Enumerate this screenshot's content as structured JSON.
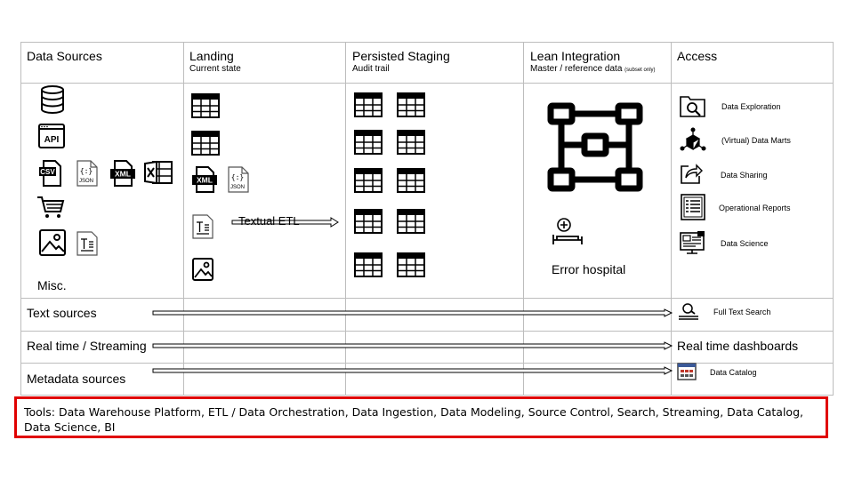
{
  "columns": [
    {
      "title": "Data Sources",
      "subtitle": ""
    },
    {
      "title": "Landing",
      "subtitle": "Current state"
    },
    {
      "title": "Persisted Staging",
      "subtitle": "Audit trail"
    },
    {
      "title": "Lean Integration",
      "subtitle": "Master / reference data",
      "subtitle_note": "(subset only)"
    },
    {
      "title": "Access",
      "subtitle": ""
    }
  ],
  "sources": {
    "misc_label": "Misc.",
    "icons": [
      "database-icon",
      "api-icon",
      "csv-file-icon",
      "json-file-icon",
      "xml-file-icon",
      "excel-file-icon",
      "shopping-cart-icon",
      "image-icon",
      "text-document-icon"
    ],
    "api_text": "API",
    "csv_text": "CSV",
    "json_text": "JSON",
    "xml_text": "XML"
  },
  "landing": {
    "etl_label": "Textual ETL",
    "xml_text": "XML",
    "json_text": "JSON"
  },
  "integration": {
    "error_label": "Error hospital"
  },
  "access": {
    "items": [
      "Data Exploration",
      "(Virtual) Data Marts",
      "Data Sharing",
      "Operational Reports",
      "Data Science"
    ]
  },
  "rows": [
    {
      "label": "Text sources",
      "target": "Full Text Search"
    },
    {
      "label": "Real time / Streaming",
      "target": "Real time dashboards"
    },
    {
      "label": "Metadata sources",
      "target": "Data Catalog"
    }
  ],
  "tools": "Tools: Data Warehouse Platform, ETL / Data Orchestration, Data Ingestion, Data Modeling, Source Control, Search, Streaming, Data Catalog, Data Science, BI"
}
